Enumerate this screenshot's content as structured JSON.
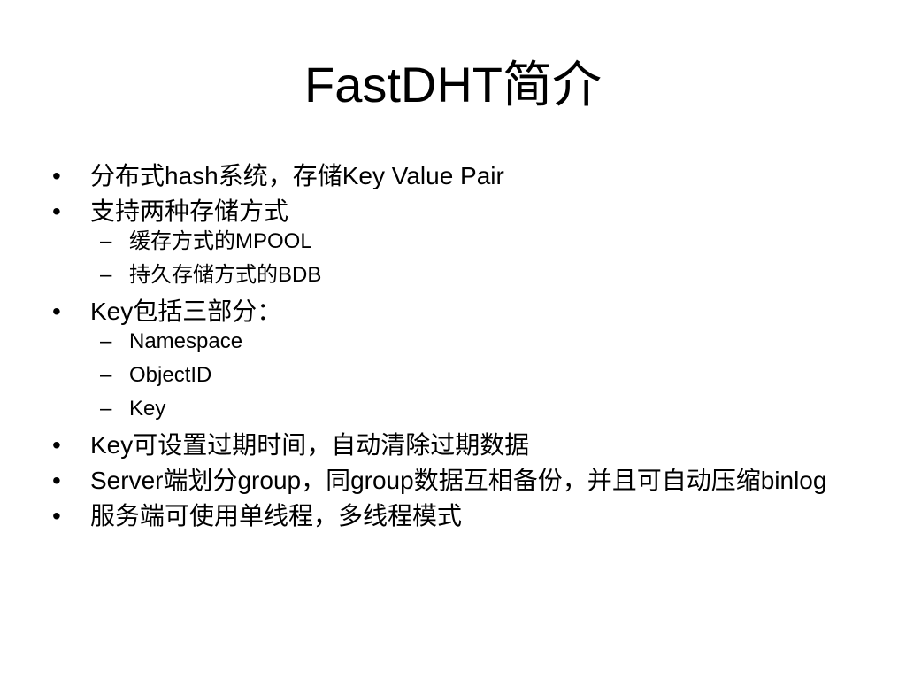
{
  "slide": {
    "title": "FastDHT简介",
    "bullets": [
      {
        "text": "分布式hash系统，存储Key Value Pair",
        "sub": []
      },
      {
        "text": "支持两种存储方式",
        "sub": [
          "缓存方式的MPOOL",
          "持久存储方式的BDB"
        ]
      },
      {
        "text": "Key包括三部分：",
        "sub": [
          "Namespace",
          "ObjectID",
          "Key"
        ]
      },
      {
        "text": "Key可设置过期时间，自动清除过期数据",
        "sub": []
      },
      {
        "text": "Server端划分group，同group数据互相备份，并且可自动压缩binlog",
        "sub": []
      },
      {
        "text": "服务端可使用单线程，多线程模式",
        "sub": []
      }
    ],
    "bullet_glyph": "•",
    "dash_glyph": "–"
  }
}
